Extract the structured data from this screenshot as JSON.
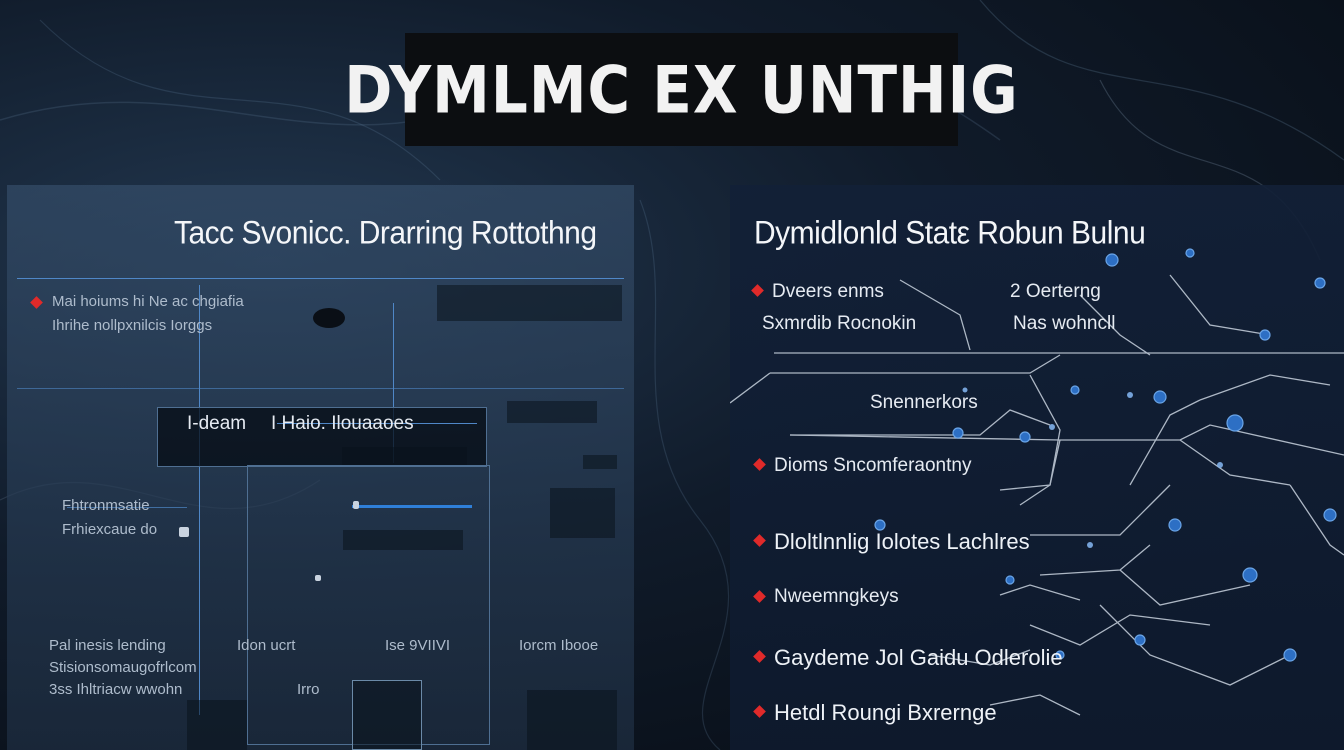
{
  "banner": {
    "title": "DYMLMC EX UNTHIG"
  },
  "left_panel": {
    "title": "Tacc Svonicc.  Drarring Rottothng",
    "labels": {
      "row1_a": "Mai hoiums hi  Ne ac chgiafia",
      "row1_b": "Ihrihe nollpxnilcis  Iorggs",
      "mid_a": "I-deam",
      "mid_b": "I Haio. Ilouaaoes",
      "side_a": "Fhtronmsatie",
      "side_b": "Frhiexcaue do",
      "foot_a": "Pal inesis lending",
      "foot_b": "Stisionsomaugofrlcom",
      "foot_c": "3ss Ihltriacw wwohn",
      "foot_d": "Idon  ucrt",
      "foot_e": "Ise 9VIIVI",
      "foot_f": "Iorcm Ibooe",
      "foot_g": "Irro"
    }
  },
  "right_panel": {
    "title": "Dymidlonld Statε Robun Bulnu",
    "header_items": [
      {
        "label": "Dveers enms"
      },
      {
        "label": "Sxmrdib Rocnokin"
      }
    ],
    "header_right": [
      {
        "label": "2 Oerterng"
      },
      {
        "label": "Nas wohncll"
      }
    ],
    "center_label": "Snennerkors",
    "list_items": [
      {
        "label": "Dioms Sncomferaontny"
      },
      {
        "label": "Dloltlnnlig Iolotes Lachlres"
      },
      {
        "label": "Nweemngkeys"
      },
      {
        "label": "Gaydeme Jol Gaidu Odlerolie"
      },
      {
        "label": "Hetdl Roungi Bxrernge"
      }
    ]
  },
  "colors": {
    "accent_blue": "#4f87c7",
    "bullet_red": "#e02a2a",
    "banner_bg": "#0c0e11"
  }
}
